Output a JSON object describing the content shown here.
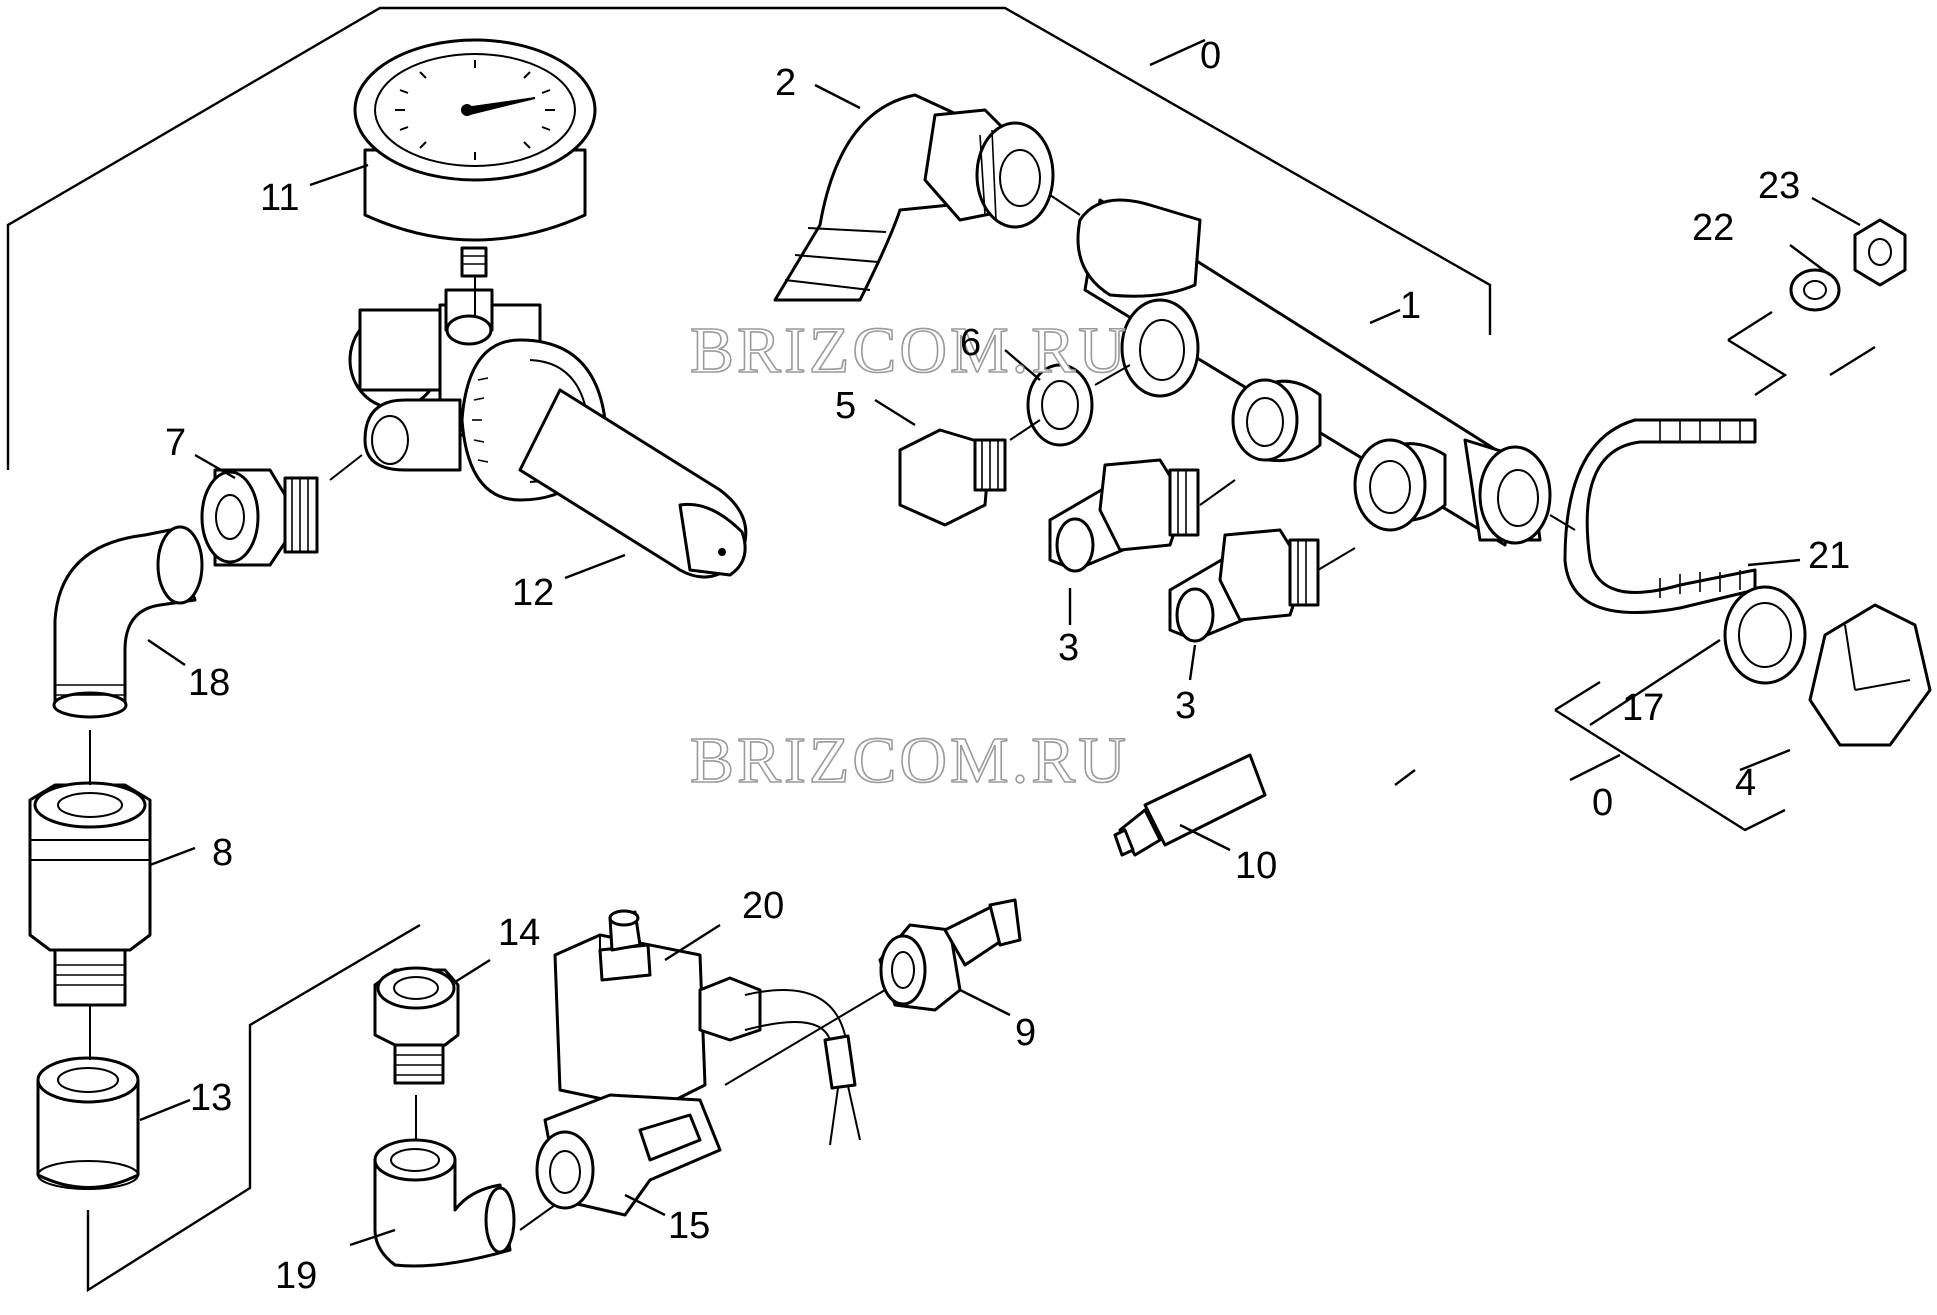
{
  "watermark": {
    "text": "BRIZCOM.RU",
    "outline_color": "#9a9a9a"
  },
  "callouts": {
    "c0_top": "0",
    "c0_right": "0",
    "c1": "1",
    "c2": "2",
    "c3_a": "3",
    "c3_b": "3",
    "c4": "4",
    "c5": "5",
    "c6": "6",
    "c7": "7",
    "c8": "8",
    "c9": "9",
    "c10": "10",
    "c11": "11",
    "c12": "12",
    "c13": "13",
    "c14": "14",
    "c15": "15",
    "c17": "17",
    "c18": "18",
    "c19": "19",
    "c20": "20",
    "c21": "21",
    "c22": "22",
    "c23": "23"
  },
  "colors": {
    "line": "#000000",
    "background": "#ffffff"
  }
}
